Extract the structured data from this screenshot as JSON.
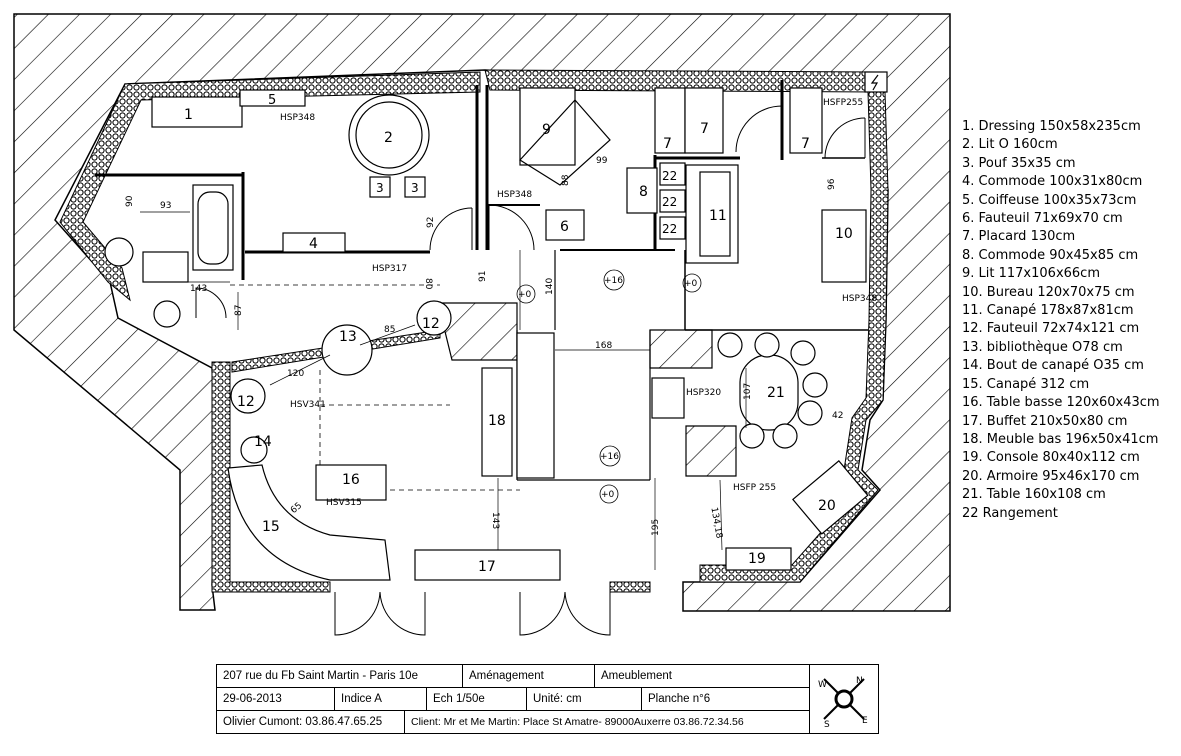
{
  "plan": {
    "rooms": {
      "item_numbers": [
        "1",
        "2",
        "3",
        "3",
        "4",
        "5",
        "6",
        "7",
        "7",
        "7",
        "8",
        "9",
        "10",
        "11",
        "12",
        "12",
        "13",
        "14",
        "15",
        "16",
        "17",
        "18",
        "19",
        "20",
        "21",
        "22",
        "22",
        "22"
      ],
      "dimensions": [
        "90",
        "93",
        "143",
        "87",
        "92",
        "80",
        "85",
        "120",
        "65",
        "91",
        "140",
        "88",
        "99",
        "168",
        "107",
        "42",
        "96",
        "143",
        "195",
        "134,18"
      ],
      "heights": [
        "HSP348",
        "HSP317",
        "HSP348",
        "HSP348",
        "HSFP255",
        "HSP320",
        "HSV341",
        "HSV315",
        "HSFP 255"
      ],
      "levels": [
        "+16",
        "+0",
        "+0",
        "+16",
        "+0"
      ]
    }
  },
  "legend": [
    "1. Dressing 150x58x235cm",
    "2. Lit O 160cm",
    "3. Pouf 35x35 cm",
    "4. Commode 100x31x80cm",
    "5. Coiffeuse 100x35x73cm",
    "6. Fauteuil 71x69x70 cm",
    "7. Placard 130cm",
    "8. Commode 90x45x85 cm",
    "9.  Lit 117x106x66cm",
    "10. Bureau 120x70x75 cm",
    "11. Canapé 178x87x81cm",
    "12. Fauteuil 72x74x121 cm",
    "13. bibliothèque  O78 cm",
    "14. Bout de canapé O35 cm",
    "15. Canapé 312 cm",
    "16. Table basse 120x60x43cm",
    "17. Buffet 210x50x80 cm",
    "18. Meuble bas 196x50x41cm",
    "19. Console 80x40x112 cm",
    "20. Armoire 95x46x170 cm",
    "21. Table 160x108 cm",
    "22  Rangement"
  ],
  "title_block": {
    "address": "207 rue du Fb Saint Martin - Paris 10e",
    "project": "Aménagement",
    "sheet_subject": "Ameublement",
    "date": "29-06-2013",
    "index": "Indice A",
    "scale": "Ech 1/50e",
    "unit": "Unité: cm",
    "sheet": "Planche n°6",
    "architect": "Olivier Cumont: 03.86.47.65.25",
    "client": "Client: Mr et Me Martin: Place St Amatre- 89000Auxerre 03.86.72.34.56"
  },
  "compass": {
    "n": "N",
    "e": "E",
    "s": "S",
    "w": "W"
  }
}
